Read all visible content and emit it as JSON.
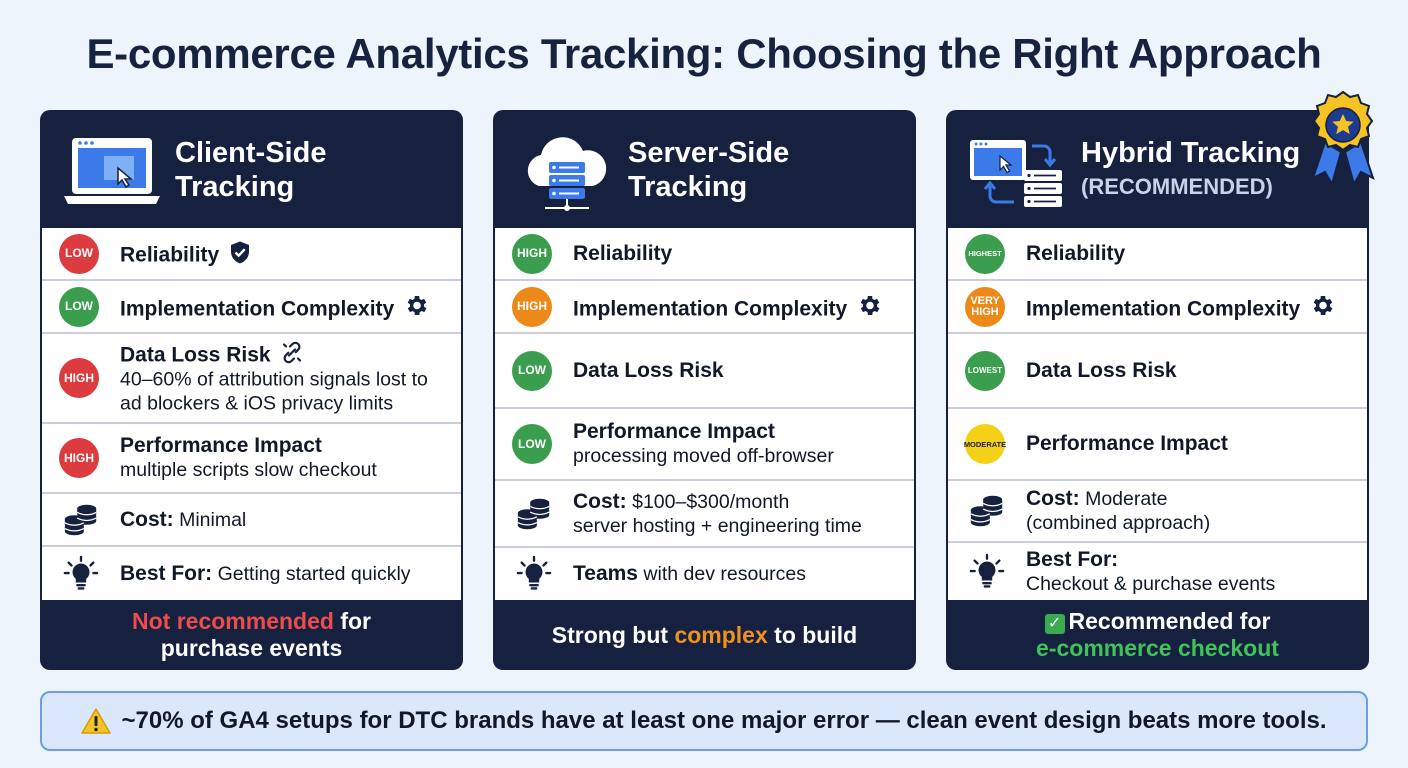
{
  "title": "E-commerce Analytics Tracking: Choosing the Right Approach",
  "cards": [
    {
      "title_line1": "Client-Side",
      "title_line2": "Tracking",
      "reliability": {
        "badge": "LOW",
        "label": "Reliability"
      },
      "complexity": {
        "badge": "LOW",
        "label": "Implementation Complexity"
      },
      "data_loss": {
        "badge": "HIGH",
        "label": "Data Loss Risk",
        "detail": "40–60% of attribution signals lost to ad blockers & iOS privacy limits"
      },
      "performance": {
        "badge": "HIGH",
        "label": "Performance Impact",
        "detail": "multiple scripts slow checkout"
      },
      "cost": {
        "label": "Cost:",
        "value": "Minimal"
      },
      "best_for": {
        "label": "Best For:",
        "value": "Getting started quickly"
      },
      "footer": {
        "highlight": "Not recommended",
        "rest": " for",
        "line2": "purchase events"
      }
    },
    {
      "title_line1": "Server-Side",
      "title_line2": "Tracking",
      "reliability": {
        "badge": "HIGH",
        "label": "Reliability"
      },
      "complexity": {
        "badge": "HIGH",
        "label": "Implementation Complexity"
      },
      "data_loss": {
        "badge": "LOW",
        "label": "Data Loss Risk"
      },
      "performance": {
        "badge": "LOW",
        "label": "Performance Impact",
        "detail": "processing moved off-browser"
      },
      "cost": {
        "label": "Cost:",
        "value": "$100–$300/month",
        "detail": "server hosting + engineering time"
      },
      "best_for": {
        "label": "Teams",
        "value": "with dev resources"
      },
      "footer": {
        "pre": "Strong but ",
        "highlight": "complex",
        "post": " to build"
      }
    },
    {
      "title_line1": "Hybrid Tracking",
      "title_line2": "(RECOMMENDED)",
      "reliability": {
        "badge": "HIGHEST",
        "label": "Reliability"
      },
      "complexity": {
        "badge": "VERY HIGH",
        "label": "Implementation Complexity"
      },
      "data_loss": {
        "badge": "LOWEST",
        "label": "Data Loss Risk"
      },
      "performance": {
        "badge": "MODERATE",
        "label": "Performance Impact"
      },
      "cost": {
        "label": "Cost:",
        "value": "Moderate",
        "detail": "(combined approach)"
      },
      "best_for": {
        "label": "Best For:",
        "detail": "Checkout & purchase events"
      },
      "footer": {
        "check": "✓",
        "line1": "Recommended for",
        "line2": "e-commerce checkout"
      }
    }
  ],
  "banner": {
    "text": "~70% of GA4 setups for DTC brands have at least one major error — clean event design beats more tools."
  },
  "colors": {
    "navy": "#16213f",
    "low_red": "#dc3c3f",
    "green": "#3a9e4e",
    "orange": "#ec8918",
    "yellow": "#f4d117",
    "banner_bg": "#dbe7fa"
  },
  "icons": [
    "laptop-icon",
    "cloud-server-icon",
    "hybrid-sync-icon",
    "award-ribbon-icon",
    "shield-check-icon",
    "gear-icon",
    "broken-link-icon",
    "coins-icon",
    "lightbulb-icon",
    "warning-icon"
  ]
}
